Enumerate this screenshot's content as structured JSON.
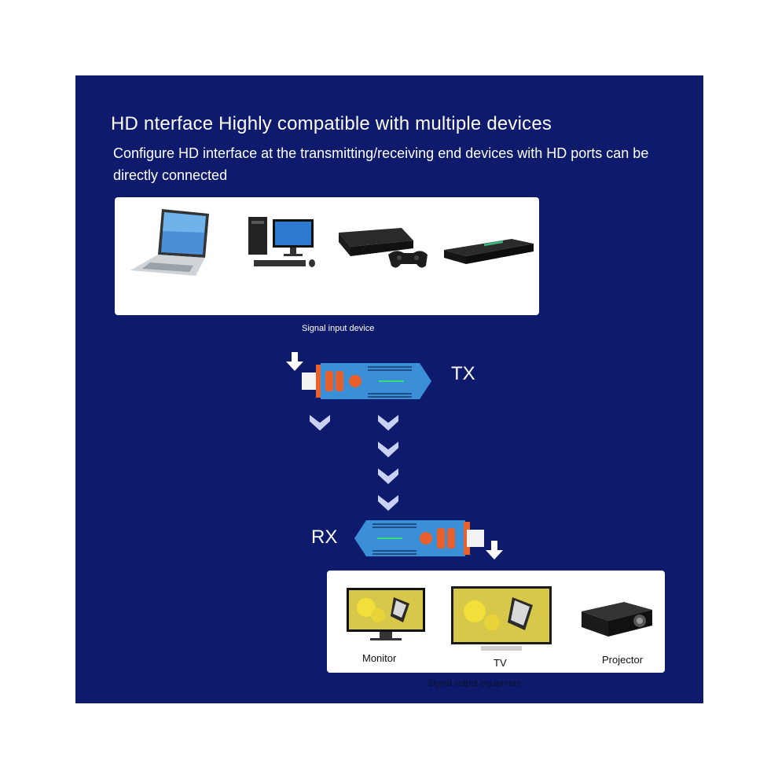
{
  "header": {
    "title": "HD nterface Highly compatible with multiple devices",
    "subtitle": "Configure HD interface at the transmitting/receiving end devices with HD ports can be directly connected"
  },
  "input": {
    "label": "Signal input device",
    "devices": [
      "laptop-icon",
      "desktop-pc-icon",
      "game-console-icon",
      "set-top-box-icon"
    ]
  },
  "transmitter": {
    "label": "TX"
  },
  "receiver": {
    "label": "RX"
  },
  "output": {
    "label": "Signal output equipment",
    "devices": [
      {
        "icon": "monitor-icon",
        "label": "Monitor"
      },
      {
        "icon": "tv-icon",
        "label": "TV"
      },
      {
        "icon": "projector-icon",
        "label": "Projector"
      }
    ]
  },
  "colors": {
    "background": "#0e1a6b",
    "dongle": "#3a8fd6",
    "accent": "#e8612c"
  }
}
